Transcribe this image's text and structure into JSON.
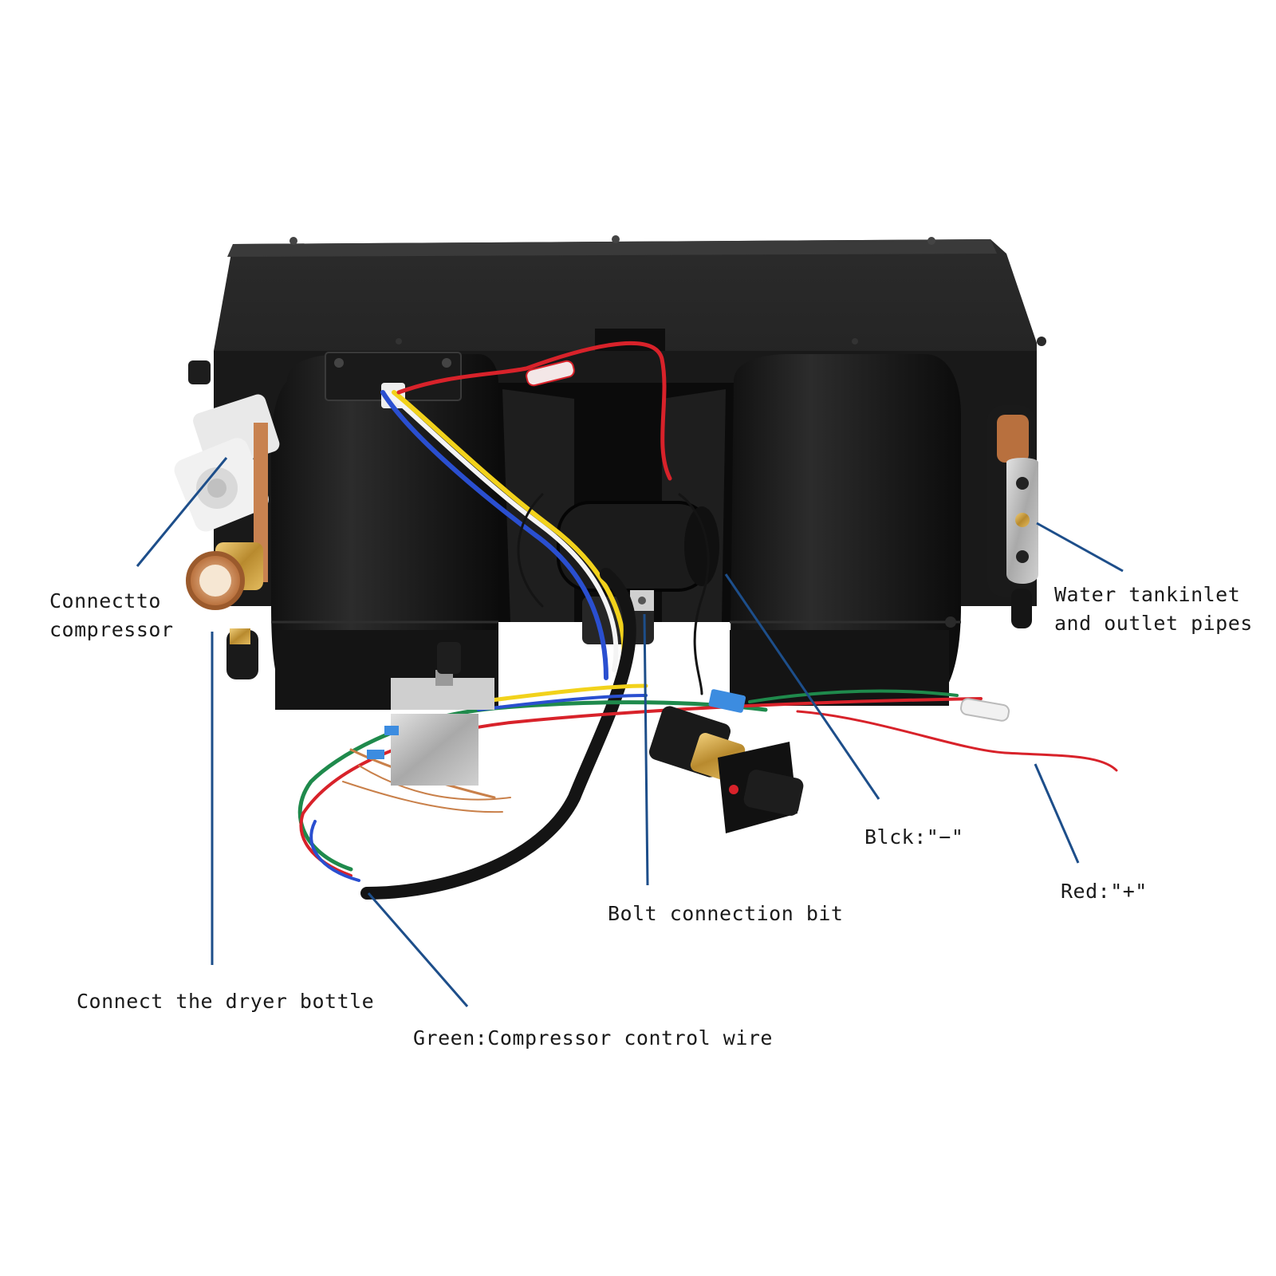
{
  "image": {
    "background": "#ffffff",
    "subject": "automotive evaporator blower unit with wiring harness, thermostat switch, fan speed switch and expansion valve"
  },
  "callout_color": "#1d4e8a",
  "labels": {
    "connect_compressor_line1": "Connectto",
    "connect_compressor_line2": "compressor",
    "water_tank_line1": "Water tankinlet",
    "water_tank_line2": "and outlet pipes",
    "black_wire": "Blck:\"−\"",
    "red_wire": "Red:\"+\"",
    "bolt_connection": "Bolt connection bit",
    "dryer_bottle": "Connect the dryer bottle",
    "green_wire": "Green:Compressor control wire"
  },
  "wire_colors": {
    "red": "#d8222a",
    "green": "#1f8a4c",
    "blue": "#2a4fd0",
    "yellow": "#f2d21b",
    "white": "#f4f4f4",
    "black": "#141414",
    "copper": "#c9804a"
  }
}
